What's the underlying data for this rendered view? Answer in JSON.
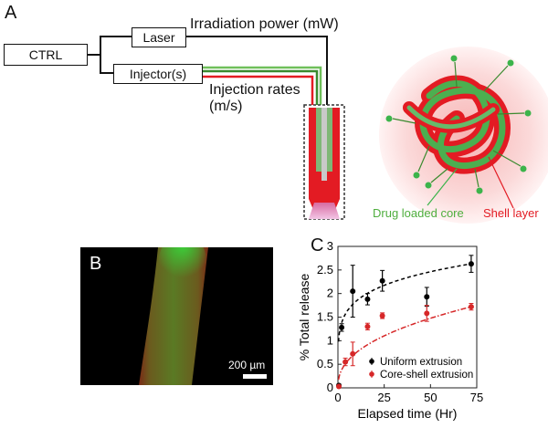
{
  "panels": {
    "a": {
      "label": "A",
      "ctrl": "CTRL",
      "laser": "Laser",
      "injector": "Injector(s)",
      "irradiation": "Irradiation power (mW)",
      "injection_line1": "Injection rates",
      "injection_line2": "(m/s)",
      "drug_core": "Drug loaded core",
      "shell_layer": "Shell layer"
    },
    "b": {
      "label": "B",
      "scale_bar": "200 µm"
    },
    "c": {
      "label": "C"
    }
  },
  "colors": {
    "core": "#3cb44b",
    "shell": "#e31b23",
    "uniform": "#000000",
    "coreshell": "#d62728"
  },
  "chart_data": {
    "type": "scatter",
    "xlabel": "Elapsed time (Hr)",
    "ylabel": "% Total release",
    "xlim": [
      0,
      75
    ],
    "ylim": [
      0,
      3
    ],
    "xticks": [
      0,
      25,
      50,
      75
    ],
    "yticks": [
      0,
      0.5,
      1,
      1.5,
      2,
      2.5,
      3
    ],
    "legend_position": "bottom-right",
    "series": [
      {
        "name": "Uniform extrusion",
        "color": "#000000",
        "points": [
          {
            "x": 0.5,
            "y": 0.05,
            "err": 0.03
          },
          {
            "x": 2,
            "y": 1.28,
            "err": 0.08
          },
          {
            "x": 8,
            "y": 2.05,
            "err": 0.55
          },
          {
            "x": 16,
            "y": 1.88,
            "err": 0.12
          },
          {
            "x": 24,
            "y": 2.27,
            "err": 0.22
          },
          {
            "x": 48,
            "y": 1.93,
            "err": 0.2
          },
          {
            "x": 72,
            "y": 2.63,
            "err": 0.18
          }
        ],
        "fit": "dashed"
      },
      {
        "name": "Core-shell extrusion",
        "color": "#d62728",
        "points": [
          {
            "x": 0.5,
            "y": 0.03,
            "err": 0.02
          },
          {
            "x": 4,
            "y": 0.55,
            "err": 0.08
          },
          {
            "x": 8,
            "y": 0.72,
            "err": 0.25
          },
          {
            "x": 16,
            "y": 1.3,
            "err": 0.07
          },
          {
            "x": 24,
            "y": 1.53,
            "err": 0.06
          },
          {
            "x": 48,
            "y": 1.58,
            "err": 0.17
          },
          {
            "x": 72,
            "y": 1.72,
            "err": 0.07
          }
        ],
        "fit": "dashdot"
      }
    ]
  }
}
